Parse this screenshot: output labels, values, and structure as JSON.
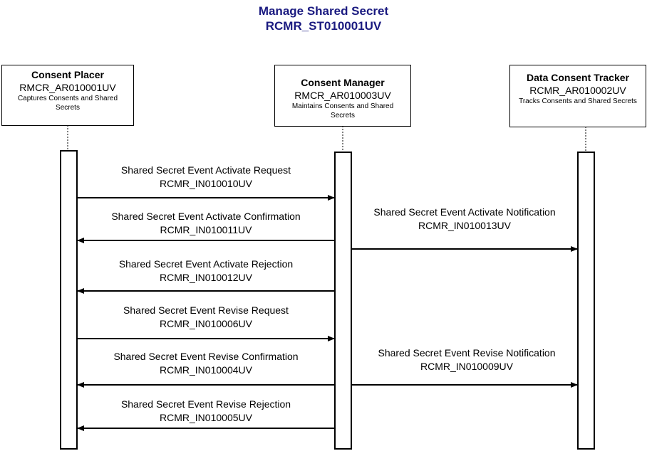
{
  "title": "Manage Shared Secret",
  "subtitle": "RCMR_ST010001UV",
  "actors": [
    {
      "name": "Consent Placer",
      "code": "RMCR_AR010001UV",
      "description": "Captures Consents and Shared Secrets"
    },
    {
      "name": "Consent Manager",
      "code": "RMCR_AR010003UV",
      "description": "Maintains Consents and Shared Secrets"
    },
    {
      "name": "Data Consent Tracker",
      "code": "RCMR_AR010002UV",
      "description": "Tracks Consents and Shared Secrets"
    }
  ],
  "messages": [
    {
      "label": "Shared Secret Event Activate Request",
      "code": "RCMR_IN010010UV",
      "from": "Consent Placer",
      "to": "Consent Manager"
    },
    {
      "label": "Shared Secret Event Activate Confirmation",
      "code": "RCMR_IN010011UV",
      "from": "Consent Manager",
      "to": "Consent Placer"
    },
    {
      "label": "Shared Secret Event Activate Notification",
      "code": "RCMR_IN010013UV",
      "from": "Consent Manager",
      "to": "Data Consent Tracker"
    },
    {
      "label": "Shared Secret Event Activate Rejection",
      "code": "RCMR_IN010012UV",
      "from": "Consent Manager",
      "to": "Consent Placer"
    },
    {
      "label": "Shared Secret Event Revise Request",
      "code": "RCMR_IN010006UV",
      "from": "Consent Placer",
      "to": "Consent Manager"
    },
    {
      "label": "Shared Secret Event Revise Confirmation",
      "code": "RCMR_IN010004UV",
      "from": "Consent Manager",
      "to": "Consent Placer"
    },
    {
      "label": "Shared Secret Event Revise Notification",
      "code": "RCMR_IN010009UV",
      "from": "Consent Manager",
      "to": "Data Consent Tracker"
    },
    {
      "label": "Shared Secret Event Revise Rejection",
      "code": "RCMR_IN010005UV",
      "from": "Consent Manager",
      "to": "Consent Placer"
    }
  ]
}
